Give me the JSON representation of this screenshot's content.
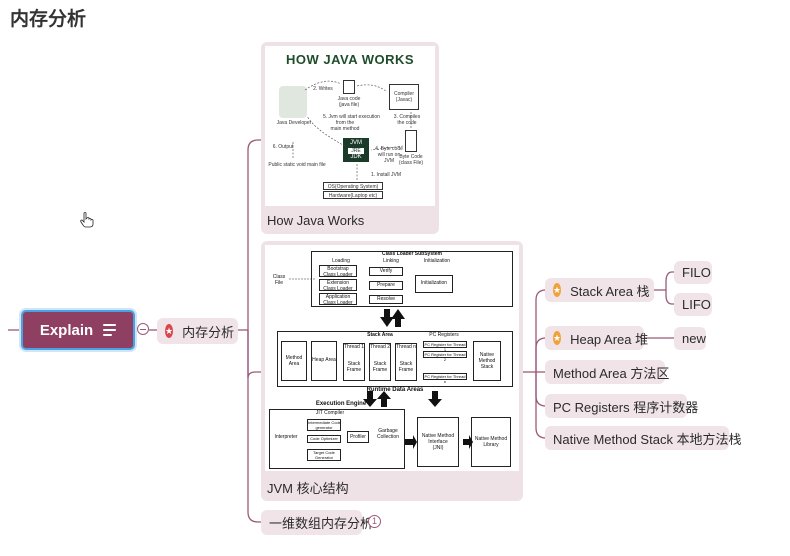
{
  "page_title": "内存分析",
  "root": {
    "label": "Explain"
  },
  "branch": {
    "label": "内存分析"
  },
  "cards": {
    "java": {
      "title": "HOW JAVA WORKS",
      "caption": "How Java Works",
      "labels": {
        "developer": "Java Developer",
        "java_code": "Java code\n(java file)",
        "compiler": "Compiler\n(Javac)",
        "byte_code": "Byte Code\n(class File)",
        "main_file": "Public static void main file",
        "jvm": "JVM",
        "jre": "JRE",
        "jdk": "JDK",
        "os": "OS(Operating System)",
        "hardware": "Hardware(Laptop etc)",
        "step1": "1. Install JVM",
        "step2": "2. Writes",
        "step3": "3. Compiles\nthe code",
        "step4": "4. Byte code\nwill run on\nJVM",
        "step5": "5. Jvm will start execution\nfrom the\nmain method",
        "step6": "6. Output"
      }
    },
    "jvm": {
      "caption": "JVM 核心结构",
      "labels": {
        "class_loader": "Class Loader SubSystem",
        "loading": "Loading",
        "linking": "Linking",
        "initialization": "Initialization",
        "bootstrap": "Bootstrap\nClass Loader",
        "extension": "Extension\nClass Loader",
        "application": "Application\nClass Loader",
        "verify": "Verify",
        "prepare": "Prepare",
        "resolve": "Resolve",
        "initialization_box": "Initialization",
        "class_file": "Class\nFile",
        "method_area": "Method\nArea",
        "heap_area": "Heap Area",
        "stack_area": "Stack Area",
        "thread1": "Thread 1",
        "thread2": "Thread 2",
        "threadn": "Thread n",
        "stack_frame": "Stack Frame",
        "pc_registers": "PC Registers",
        "pc_t1": "PC Register for Thread 1",
        "pc_t2": "PC Register for Thread 2",
        "pc_tn": "PC Register for Thread n",
        "native_stack": "Native\nMethod\nStack",
        "runtime": "Runtime Data Areas",
        "execution_engine": "Execution Engine",
        "jit": "JIT Compiler",
        "interpreter": "Interpreter",
        "intermediate": "Intermediate Code\ngenerator",
        "code_opt": "Code Optimizer",
        "target_code": "Target Code\nGenerator",
        "profiler": "Profiler",
        "gc": "Garbage\nCollection",
        "jni": "Native Method\nInterface\n(JNI)",
        "native_lib": "Native Method\nLibrary"
      }
    }
  },
  "extra_node": {
    "label": "一维数组内存分析",
    "count": "1"
  },
  "right_nodes": [
    {
      "label": "Stack Area 栈",
      "starred": true
    },
    {
      "label": "Heap Area 堆",
      "starred": true
    },
    {
      "label": "Method Area 方法区",
      "starred": false
    },
    {
      "label": "PC Registers 程序计数器",
      "starred": false
    },
    {
      "label": "Native Method Stack 本地方法栈",
      "starred": false
    }
  ],
  "stack_children": [
    "FILO",
    "LIFO"
  ],
  "heap_children": [
    "new"
  ],
  "colors": {
    "root": "#8e3f62",
    "line": "#9b5a77",
    "pill": "#f0e4e9",
    "star": "#f0a23a",
    "root_border": "#4aa3e0"
  },
  "icons": {
    "root_menu": "menu-icon",
    "branch_marker": "star-icon",
    "pointer": "hand-cursor-icon"
  }
}
